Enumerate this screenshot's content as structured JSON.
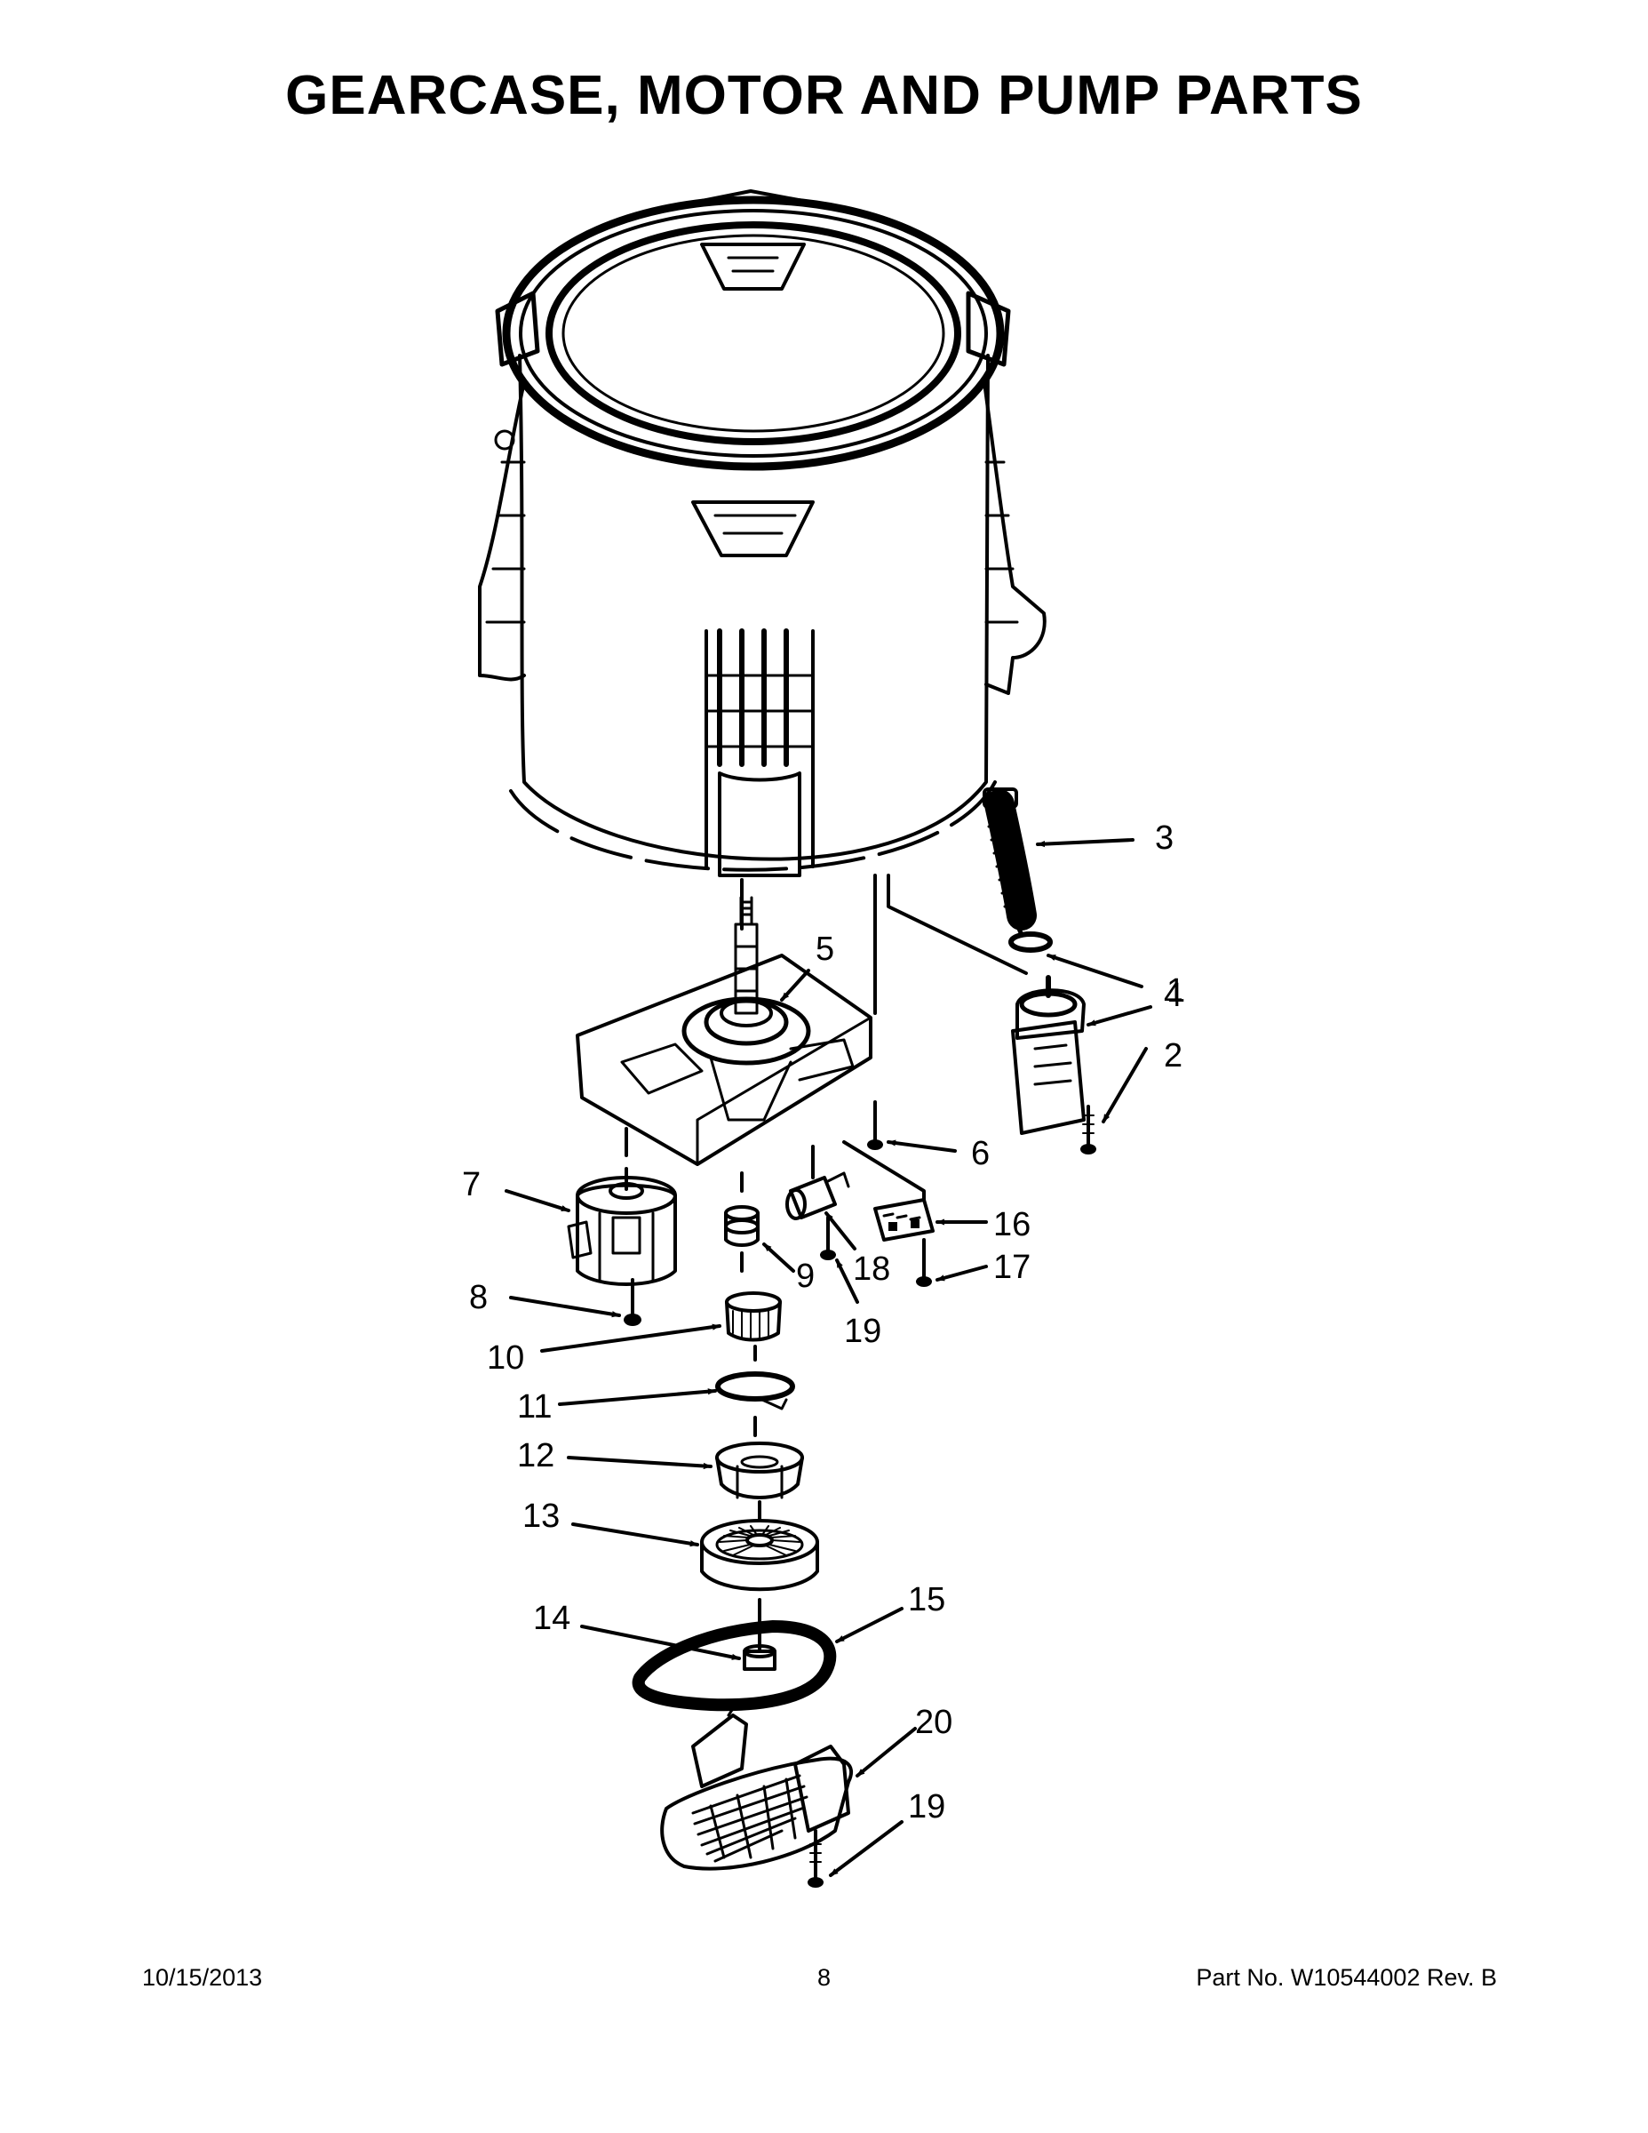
{
  "page": {
    "title": "GEARCASE, MOTOR AND PUMP PARTS",
    "date": "10/15/2013",
    "page_number": "8",
    "part_number": "Part No.  W10544002  Rev.  B"
  },
  "callouts": [
    {
      "id": "c1",
      "label": "1"
    },
    {
      "id": "c2",
      "label": "2"
    },
    {
      "id": "c3",
      "label": "3"
    },
    {
      "id": "c4",
      "label": "4"
    },
    {
      "id": "c5",
      "label": "5"
    },
    {
      "id": "c6",
      "label": "6"
    },
    {
      "id": "c7",
      "label": "7"
    },
    {
      "id": "c8",
      "label": "8"
    },
    {
      "id": "c9",
      "label": "9"
    },
    {
      "id": "c10",
      "label": "10"
    },
    {
      "id": "c11",
      "label": "11"
    },
    {
      "id": "c12",
      "label": "12"
    },
    {
      "id": "c13",
      "label": "13"
    },
    {
      "id": "c14",
      "label": "14"
    },
    {
      "id": "c15",
      "label": "15"
    },
    {
      "id": "c16",
      "label": "16"
    },
    {
      "id": "c17",
      "label": "17"
    },
    {
      "id": "c18",
      "label": "18"
    },
    {
      "id": "c19a",
      "label": "19"
    },
    {
      "id": "c19b",
      "label": "19"
    },
    {
      "id": "c20",
      "label": "20"
    }
  ]
}
